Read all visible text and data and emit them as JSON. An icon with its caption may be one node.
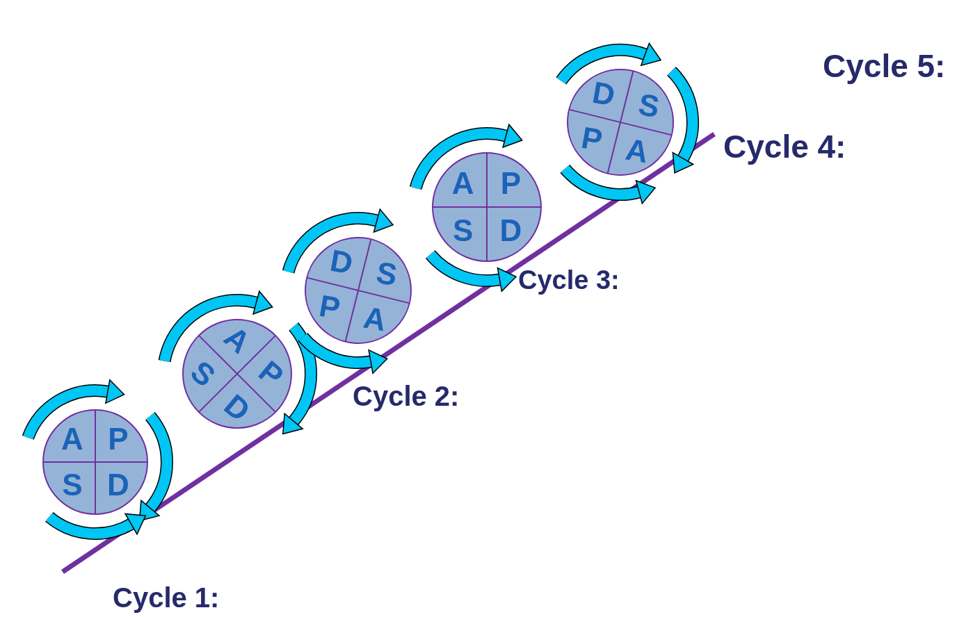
{
  "diagram": {
    "nodes": [
      {
        "text": [
          "A",
          "P",
          "S",
          "D"
        ]
      },
      {
        "text": [
          "A",
          "P",
          "S",
          "D"
        ]
      },
      {
        "text": [
          "D",
          "S",
          "P",
          "A"
        ]
      },
      {
        "text": [
          "A",
          "P",
          "S",
          "D"
        ]
      },
      {
        "text": [
          "D",
          "S",
          "P",
          "A"
        ]
      }
    ],
    "labels": [
      "Cycle 5:",
      "Cycle 4:",
      "Cycle 3:",
      "Cycle 2:",
      "Cycle 1:"
    ]
  }
}
